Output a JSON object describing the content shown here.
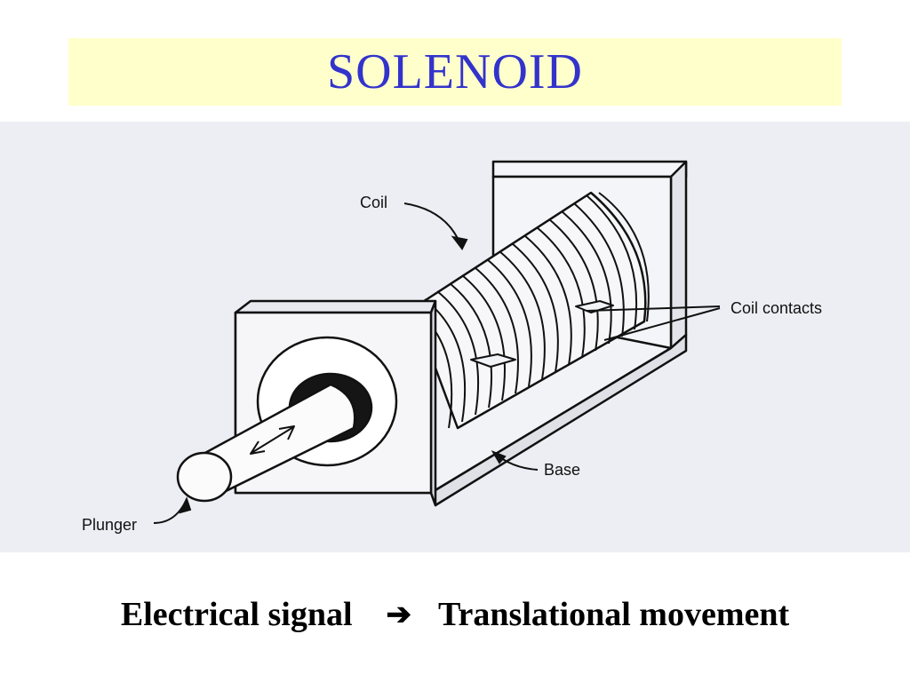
{
  "title": "SOLENOID",
  "diagram": {
    "labels": {
      "coil": "Coil",
      "coil_contacts": "Coil contacts",
      "base": "Base",
      "plunger": "Plunger"
    }
  },
  "caption": {
    "input": "Electrical signal",
    "arrow_icon": "right-arrow-icon",
    "output": "Translational movement"
  },
  "colors": {
    "title_text": "#3333cc",
    "title_background": "#ffffcc",
    "diagram_background": "#eceef3"
  }
}
